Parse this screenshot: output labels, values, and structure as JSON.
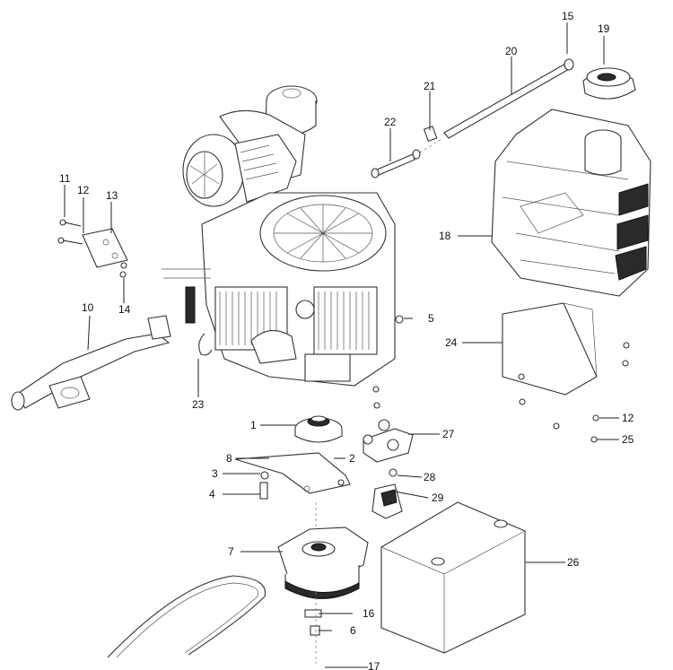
{
  "callouts": {
    "p1": "1",
    "p2": "2",
    "p3": "3",
    "p4": "4",
    "p5": "5",
    "p6": "6",
    "p7": "7",
    "p8": "8",
    "p10": "10",
    "p11": "11",
    "p12a": "12",
    "p12b": "12",
    "p13": "13",
    "p14": "14",
    "p15": "15",
    "p16": "16",
    "p17": "17",
    "p18": "18",
    "p19": "19",
    "p20": "20",
    "p21": "21",
    "p22": "22",
    "p23": "23",
    "p24": "24",
    "p25": "25",
    "p26": "26",
    "p27": "27",
    "p28": "28",
    "p29": "29"
  }
}
